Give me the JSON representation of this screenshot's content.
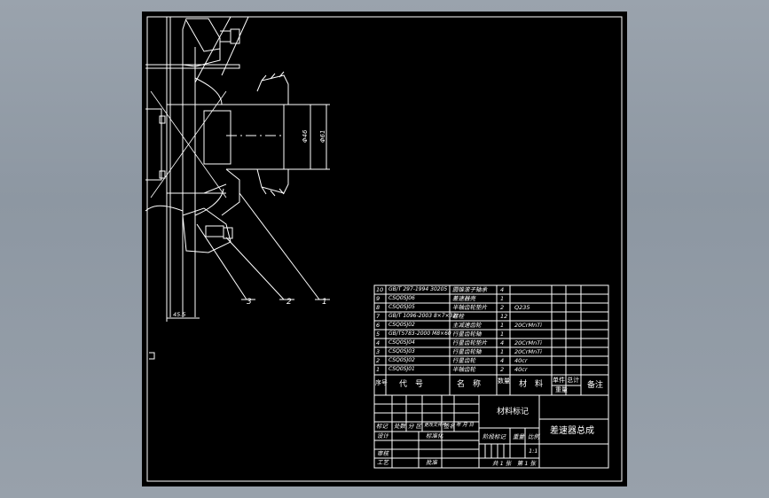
{
  "colors": {
    "workspace": "#959ea8",
    "drawing_bg": "#000000",
    "line": "#ffffff",
    "centerline": "#ffffff"
  },
  "dimensions": {
    "bore": "Φ46",
    "outer": "Φ61",
    "offset": "45.5"
  },
  "balloons": [
    "3",
    "2",
    "1"
  ],
  "bom": {
    "rows": [
      {
        "no": "10",
        "code": "GB/T 297-1994 30205",
        "name": "圆锥滚子轴承",
        "qty": "4",
        "material": ""
      },
      {
        "no": "9",
        "code": "CSQ0SJ06",
        "name": "差速器壳",
        "qty": "1",
        "material": ""
      },
      {
        "no": "8",
        "code": "CSQ0SJ05",
        "name": "半轴齿轮垫片",
        "qty": "2",
        "material": "Q235"
      },
      {
        "no": "7",
        "code": "GB/T 1096-2003 8×7×32",
        "name": "螺栓",
        "qty": "12",
        "material": ""
      },
      {
        "no": "6",
        "code": "CSQ0SJ02",
        "name": "主减速齿轮",
        "qty": "1",
        "material": "20CrMnTi"
      },
      {
        "no": "5",
        "code": "GB/T5783-2000 M8×60",
        "name": "行星齿轮轴",
        "qty": "1",
        "material": ""
      },
      {
        "no": "4",
        "code": "CSQ0SJ04",
        "name": "行星齿轮垫片",
        "qty": "4",
        "material": "20CrMnTi"
      },
      {
        "no": "3",
        "code": "CSQ0SJ03",
        "name": "行星齿轮轴",
        "qty": "1",
        "material": "20CrMnTi"
      },
      {
        "no": "2",
        "code": "CSQ0SJ02",
        "name": "行星齿轮",
        "qty": "4",
        "material": "40cr"
      },
      {
        "no": "1",
        "code": "CSQ0SJ01",
        "name": "半轴齿轮",
        "qty": "2",
        "material": "40cr"
      }
    ],
    "header": {
      "no": "序号",
      "code": "代　号",
      "name": "名　称",
      "qty": "数量",
      "material": "材　料",
      "weight": "单件 总计",
      "weight2": "重量",
      "remark": "备注"
    }
  },
  "title_block": {
    "material_mark": "材料标记",
    "drawing_title": "差速器总成",
    "revision_labels": [
      "标记",
      "处数",
      "分 区",
      "更改文件号",
      "签名",
      "年 月 日"
    ],
    "role_labels": [
      "设计",
      "审核",
      "工艺"
    ],
    "standardize": "标准化",
    "approve": "批准",
    "stage_label": "阶段标记",
    "weight_label": "重量",
    "scale_label": "比例",
    "scale_value": "1:1",
    "sheets": "共 1 张　第 1 张"
  }
}
